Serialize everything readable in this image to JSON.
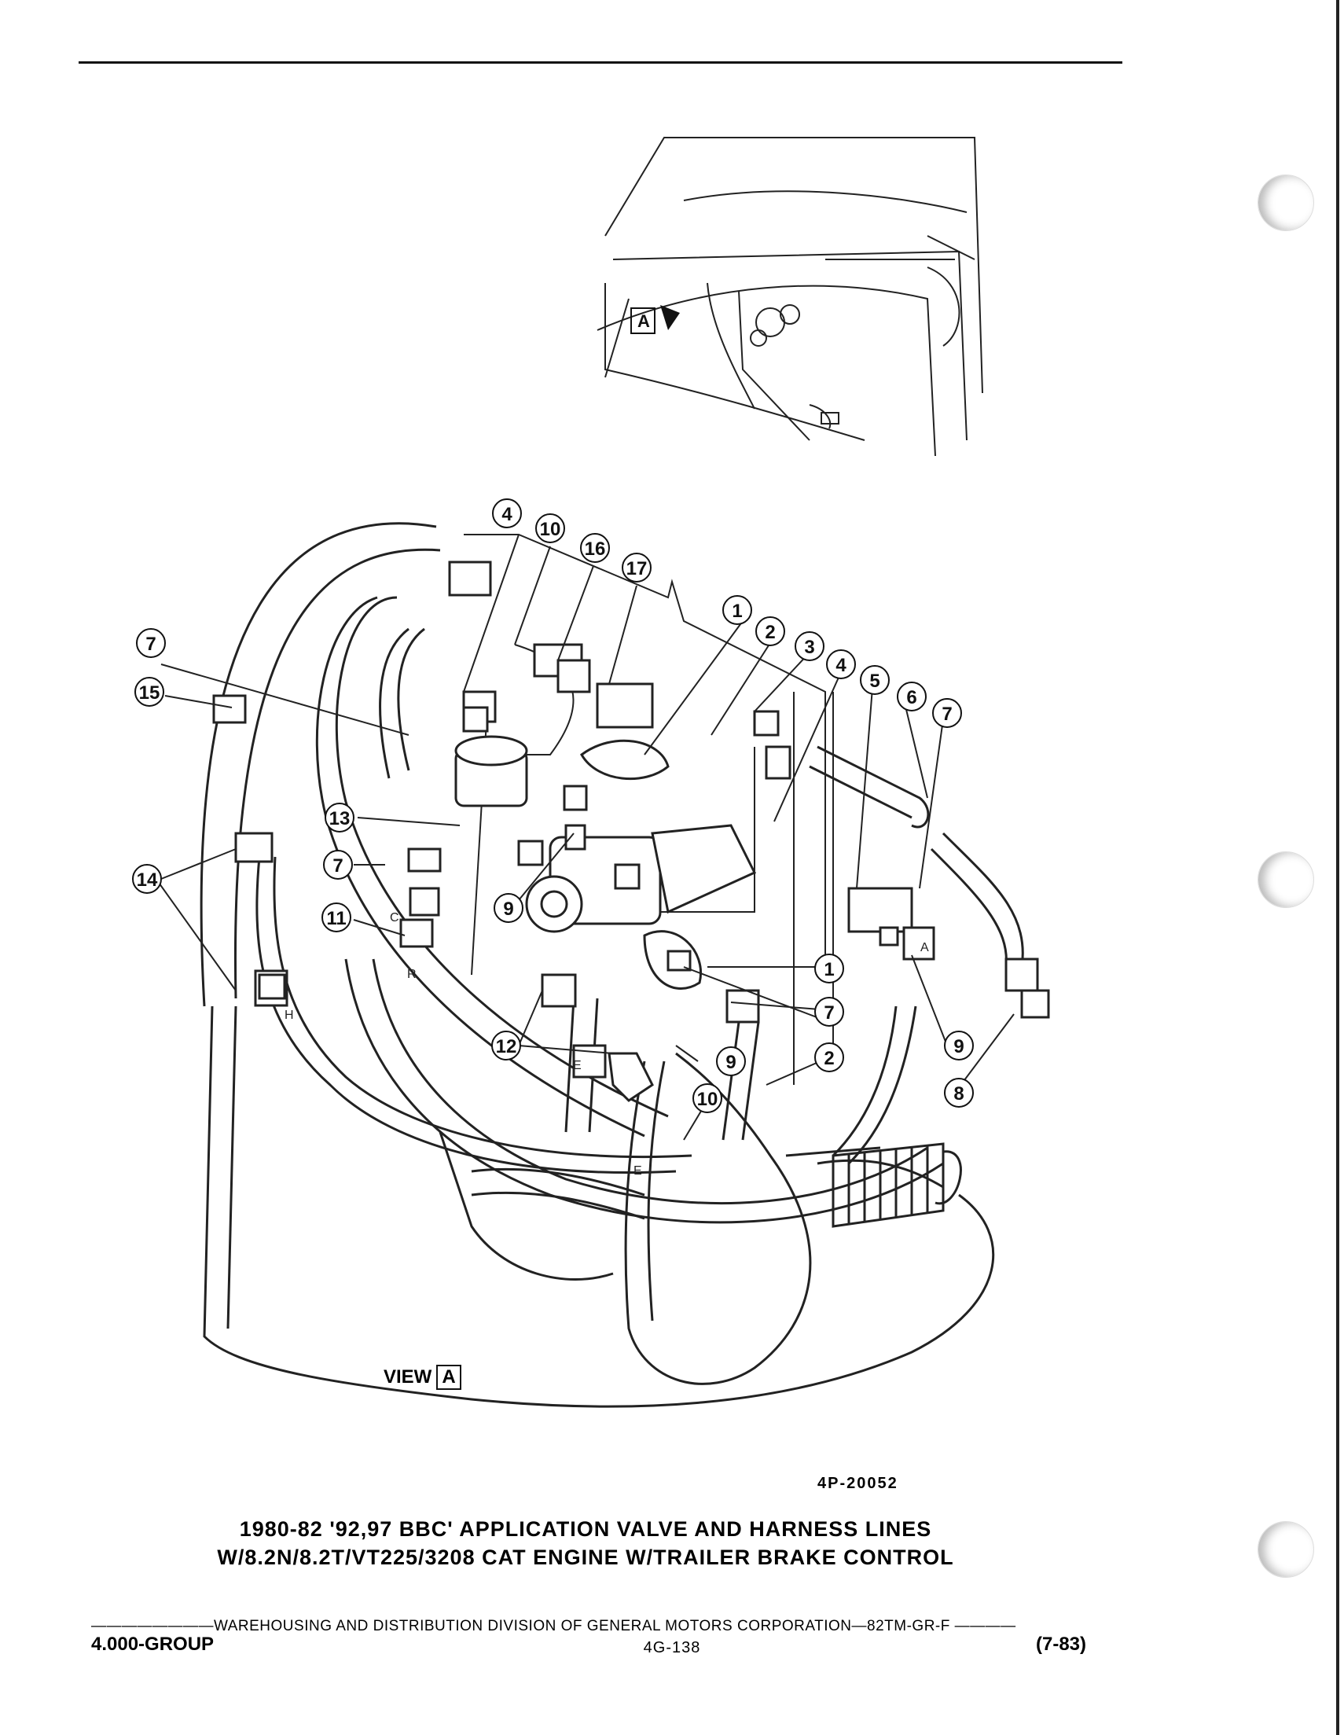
{
  "figure": {
    "callouts": [
      "1",
      "2",
      "3",
      "4",
      "5",
      "6",
      "7",
      "8",
      "9",
      "10",
      "11",
      "12",
      "13",
      "14",
      "15",
      "16",
      "17"
    ],
    "view_label": "VIEW",
    "view_letter": "A",
    "inset_letter": "A",
    "line_letters": [
      "C",
      "R",
      "H",
      "E",
      "E",
      "A"
    ],
    "figure_number": "4P-20052"
  },
  "caption": {
    "line1": "1980-82 '92,97 BBC' APPLICATION VALVE AND HARNESS LINES",
    "line2": "W/8.2N/8.2T/VT225/3208 CAT ENGINE  W/TRAILER BRAKE CONTROL"
  },
  "footer": {
    "organization": "————————WAREHOUSING AND DISTRIBUTION  DIVISION OF GENERAL MOTORS CORPORATION—82TM-GR-F ————",
    "group": "4.000-GROUP",
    "page": "4G-138",
    "date": "(7-83)"
  }
}
